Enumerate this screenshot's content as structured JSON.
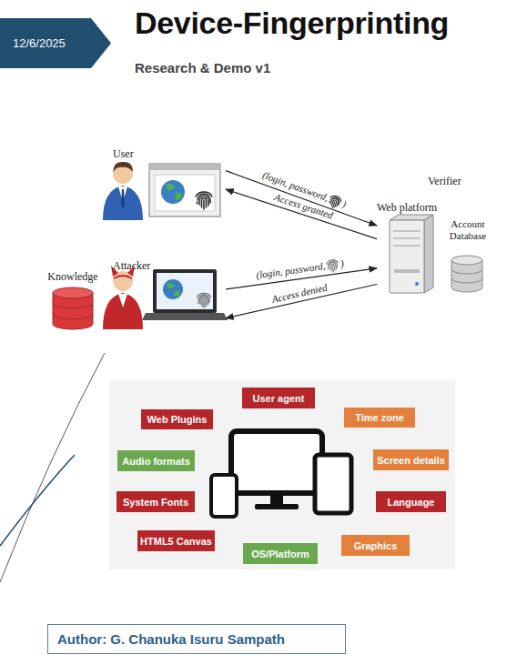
{
  "diagram": {
    "title": "Device-Fingerprinting",
    "nodes": [
      {
        "text": [
          "12/6/2025"
        ]
      },
      {
        "text": [
          "User"
        ]
      },
      {
        "text": [
          "Web platform"
        ]
      },
      {
        "text": [
          "Account Database"
        ]
      },
      {
        "text": [
          "Knowledge"
        ]
      },
      {
        "text": [
          "Attacker"
        ]
      },
      {
        "text": [
          "User agent"
        ]
      },
      {
        "text": [
          "Web Plugins"
        ]
      },
      {
        "text": [
          "Time zone"
        ]
      },
      {
        "text": [
          "Audio formats"
        ]
      },
      {
        "text": [
          "Screen details"
        ]
      },
      {
        "text": [
          "System Fonts"
        ]
      },
      {
        "text": [
          "Language"
        ]
      },
      {
        "text": [
          "HTML5 Canvas"
        ]
      },
      {
        "text": [
          "OS/Platform"
        ]
      },
      {
        "text": [
          "Graphics"
        ]
      },
      {
        "text": [
          "Author: G. Chanuka Isuru Sampath"
        ]
      }
    ],
    "edges": [
      {
        "from": 1,
        "to": 2,
        "label": "(login, password,",
        "arrow": "to"
      },
      {
        "from": 2,
        "to": 1,
        "label": "Access granted",
        "arrow": "to"
      },
      {
        "from": 5,
        "to": 2,
        "label": "(login, password,",
        "arrow": "to"
      },
      {
        "from": 2,
        "to": 5,
        "label": "Access denied",
        "arrow": "to"
      }
    ],
    "labels": [
      "Research & Demo v1",
      "Verifier",
      ")",
      ")"
    ]
  }
}
